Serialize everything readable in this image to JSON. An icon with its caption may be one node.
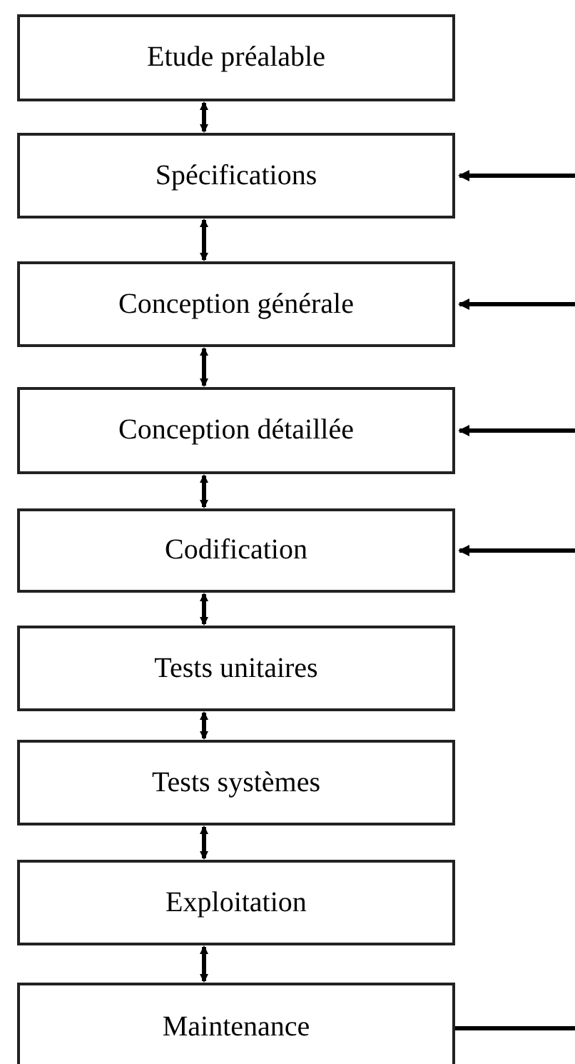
{
  "diagram": {
    "nodes": [
      {
        "text": [
          "Etude préalable"
        ]
      },
      {
        "text": [
          "Spécifications"
        ]
      },
      {
        "text": [
          "Conception générale"
        ]
      },
      {
        "text": [
          "Conception détaillée"
        ]
      },
      {
        "text": [
          "Codification"
        ]
      },
      {
        "text": [
          "Tests unitaires"
        ]
      },
      {
        "text": [
          "Tests systèmes"
        ]
      },
      {
        "text": [
          "Exploitation"
        ]
      },
      {
        "text": [
          "Maintenance"
        ]
      }
    ],
    "edges": [
      {
        "from": 0,
        "to": 1,
        "arrow": "both"
      },
      {
        "from": 1,
        "to": 2,
        "arrow": "both"
      },
      {
        "from": 2,
        "to": 3,
        "arrow": "both"
      },
      {
        "from": 3,
        "to": 4,
        "arrow": "both"
      },
      {
        "from": 4,
        "to": 5,
        "arrow": "both"
      },
      {
        "from": 5,
        "to": 6,
        "arrow": "both"
      },
      {
        "from": 6,
        "to": 7,
        "arrow": "both"
      },
      {
        "from": 7,
        "to": 8,
        "arrow": "both"
      },
      {
        "from": null,
        "to": 1,
        "arrow": "to"
      },
      {
        "from": null,
        "to": 2,
        "arrow": "to"
      },
      {
        "from": null,
        "to": 3,
        "arrow": "to"
      },
      {
        "from": null,
        "to": 4,
        "arrow": "to"
      },
      {
        "from": 8,
        "to": null,
        "arrow": "none"
      }
    ]
  }
}
